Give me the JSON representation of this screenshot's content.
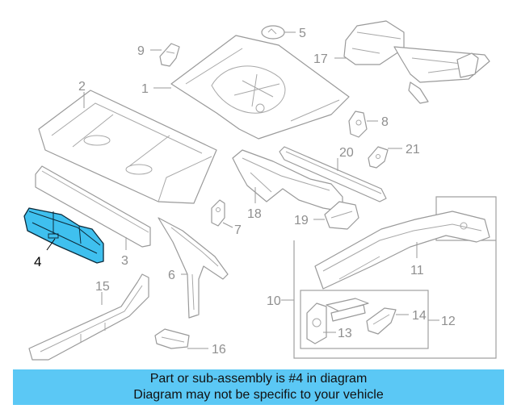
{
  "diagram": {
    "callouts": {
      "c1": "1",
      "c2": "2",
      "c3": "3",
      "c4": "4",
      "c5": "5",
      "c6": "6",
      "c7": "7",
      "c8": "8",
      "c9": "9",
      "c10": "10",
      "c11": "11",
      "c12": "12",
      "c13": "13",
      "c14": "14",
      "c15": "15",
      "c16": "16",
      "c17": "17",
      "c19": "19",
      "c18": "18",
      "c20": "20",
      "c21": "21"
    },
    "highlighted_part": "4",
    "colors": {
      "highlight_fill": "#3fc0ef",
      "highlight_outline": "#0c2a3a",
      "line_gray": "#9a9a9a",
      "banner": "#5bc8f5"
    }
  },
  "banner": {
    "line1": "Part or sub-assembly is #4 in diagram",
    "line2": "Diagram may not be specific to your vehicle"
  }
}
